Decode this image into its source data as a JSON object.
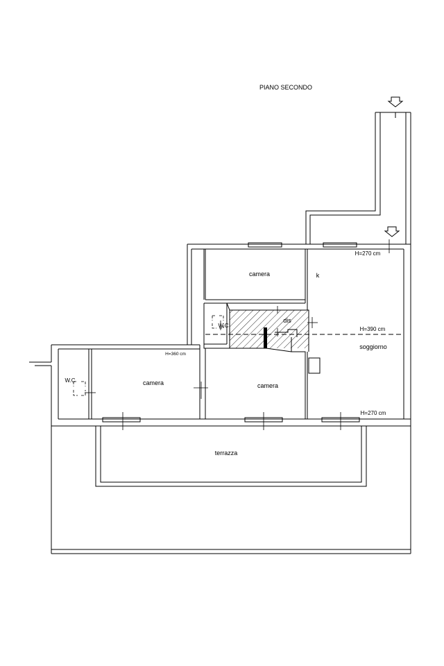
{
  "title": "PIANO SECONDO",
  "rooms": {
    "camera_top": "camera",
    "camera_mid": "camera",
    "camera_left": "camera",
    "kitchen": "k",
    "disimpegno": "dis",
    "soggiorno": "soggiorno",
    "wc_center": "W.C",
    "wc_left": "W.C",
    "terrazza": "terrazza"
  },
  "heights": {
    "top_right": "H=270 cm",
    "mid_right": "H=390 cm",
    "bottom_right": "H=270 cm",
    "left_camera": "H=360 cm"
  },
  "colors": {
    "line": "#000000",
    "background": "#ffffff"
  }
}
